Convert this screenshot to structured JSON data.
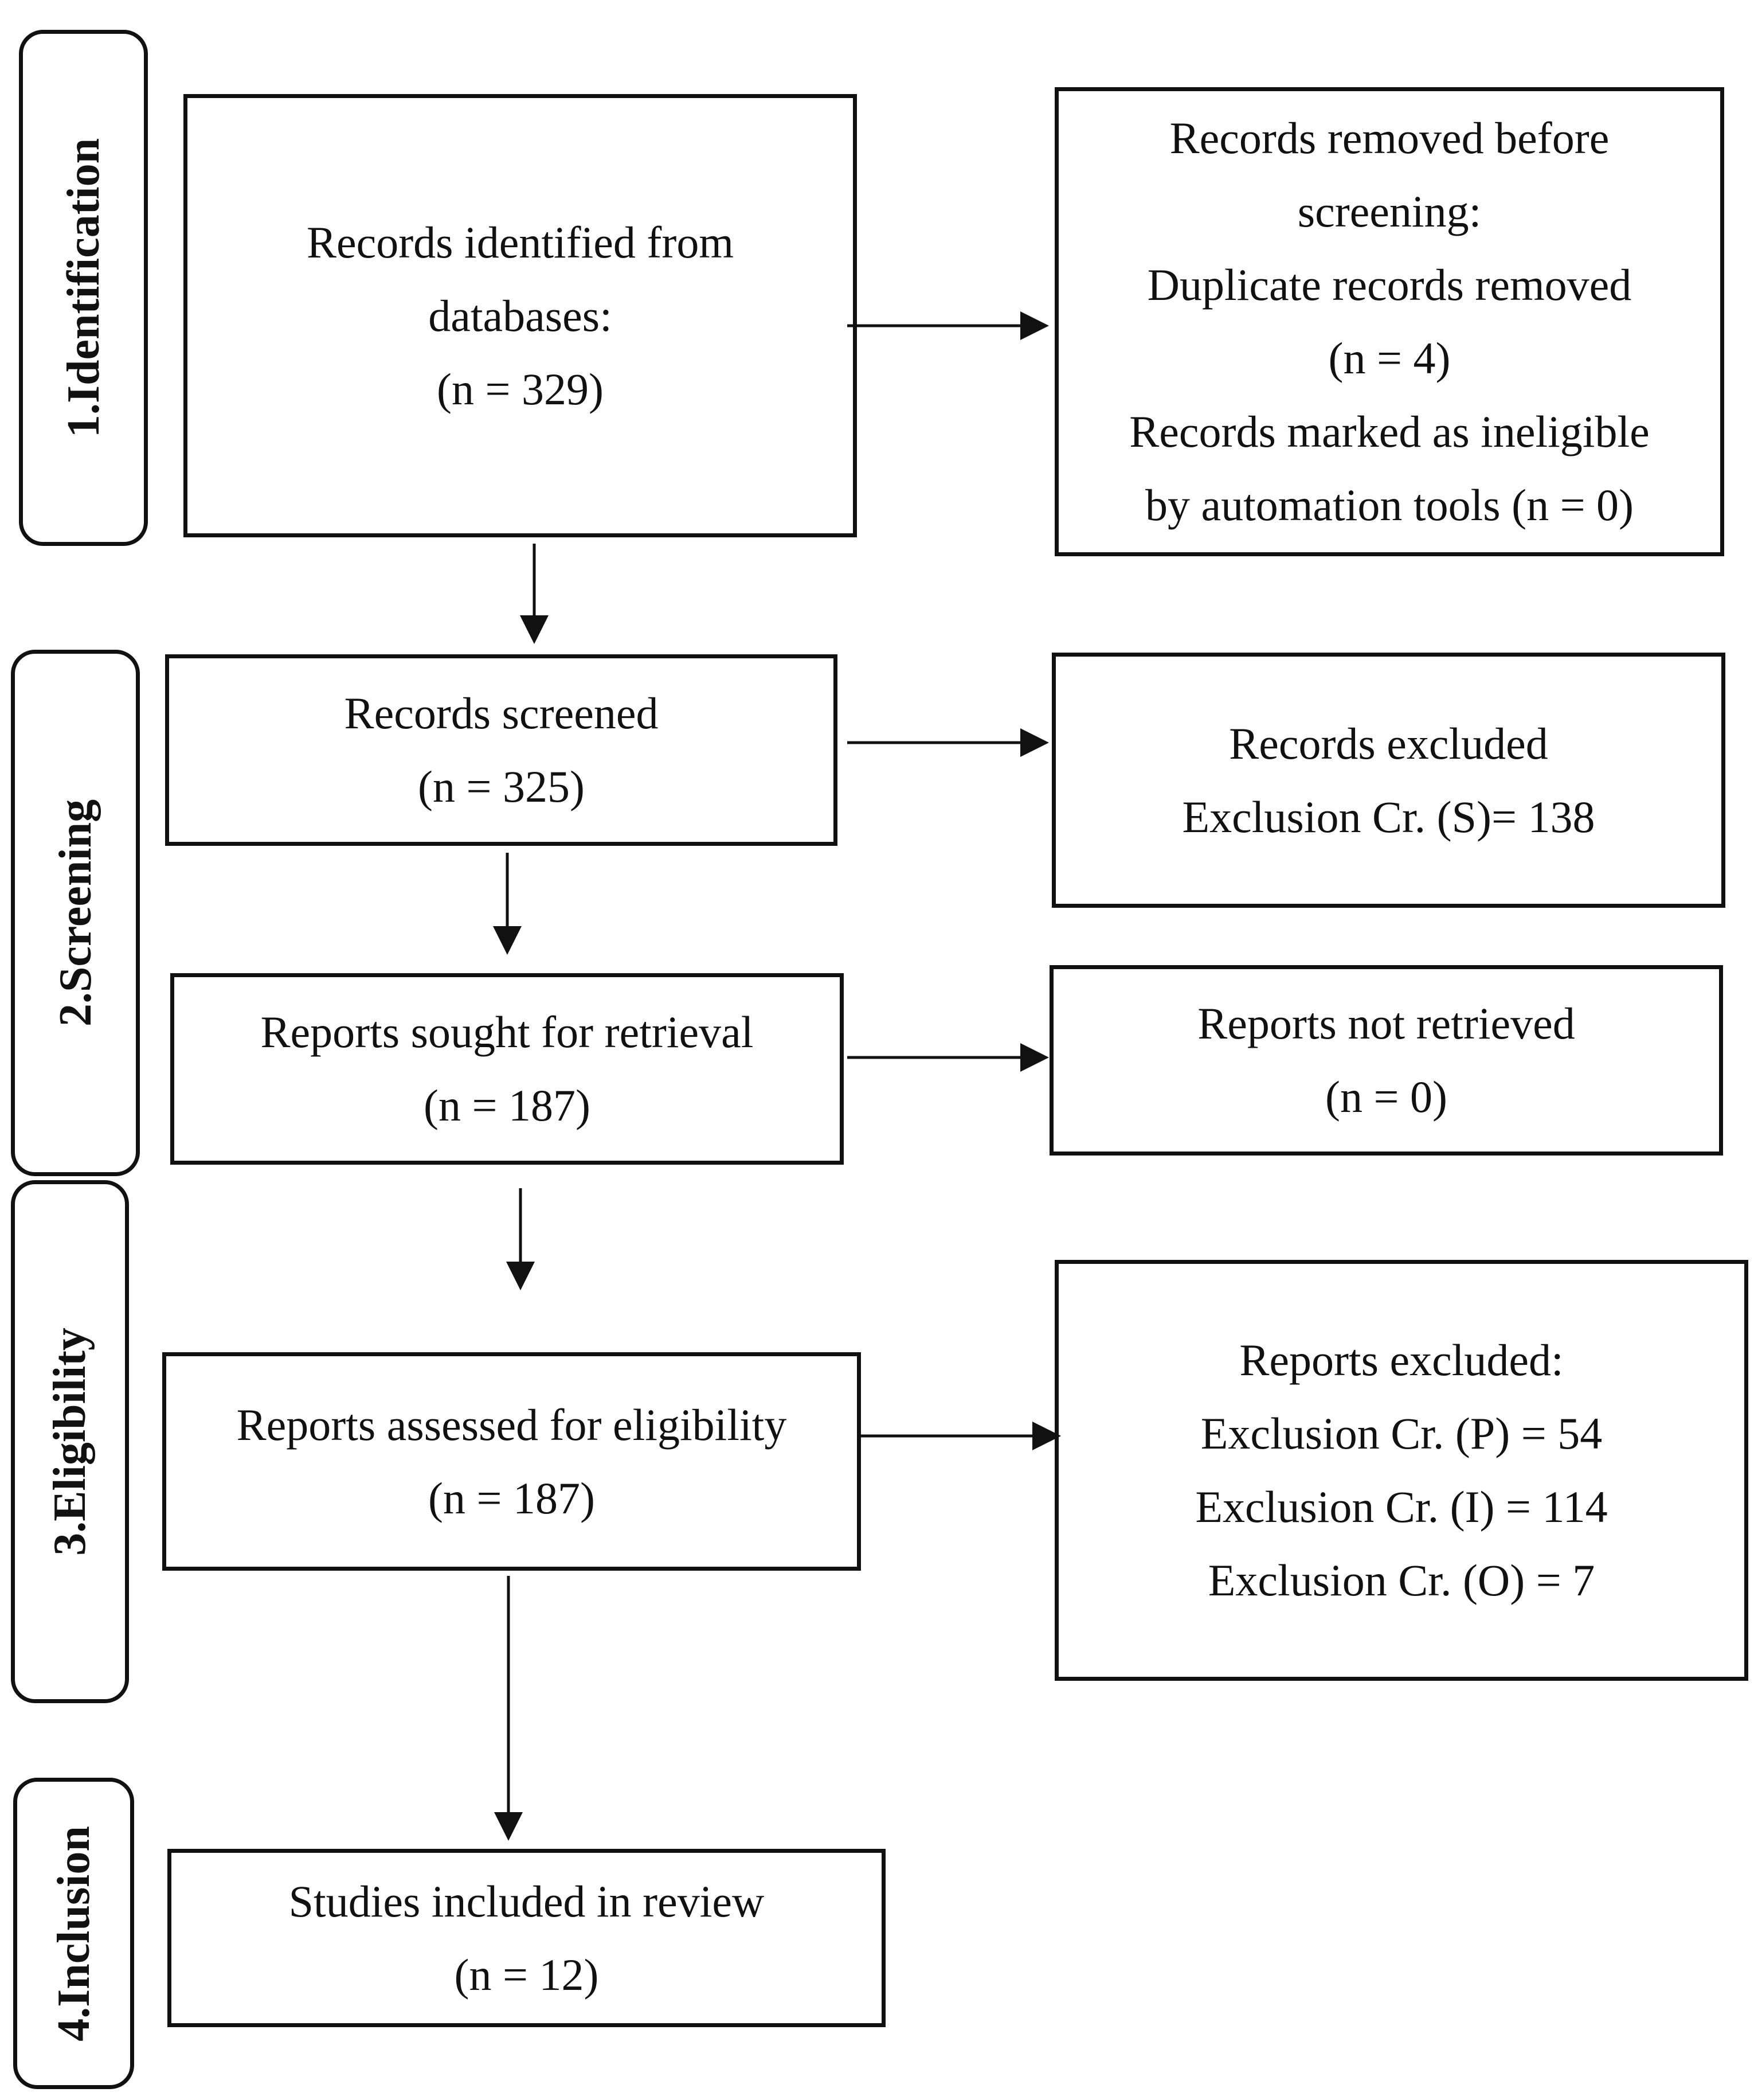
{
  "phases": {
    "identification": "1.Identification",
    "screening": "2.Screening",
    "eligibility": "3.Eligibility",
    "inclusion": "4.Inclusion"
  },
  "boxes": {
    "records_identified": [
      "Records identified from",
      "databases:",
      "(n = 329)"
    ],
    "records_removed": [
      "Records removed before",
      "screening:",
      "Duplicate records removed",
      "(n = 4)",
      "Records marked as ineligible",
      "by automation tools (n = 0)"
    ],
    "records_screened": [
      "Records screened",
      "(n = 325)"
    ],
    "records_excluded": [
      "Records excluded",
      "Exclusion Cr. (S)= 138"
    ],
    "reports_sought": [
      "Reports sought for retrieval",
      "(n = 187)"
    ],
    "reports_not_retrieved": [
      "Reports not retrieved",
      "(n = 0)"
    ],
    "reports_assessed": [
      "Reports assessed for eligibility",
      "(n = 187)"
    ],
    "reports_excluded": [
      "Reports excluded:",
      "Exclusion Cr. (P) = 54",
      "Exclusion Cr. (I) = 114",
      "Exclusion Cr. (O) = 7"
    ],
    "studies_included": [
      "Studies included in review",
      "(n = 12)"
    ]
  }
}
